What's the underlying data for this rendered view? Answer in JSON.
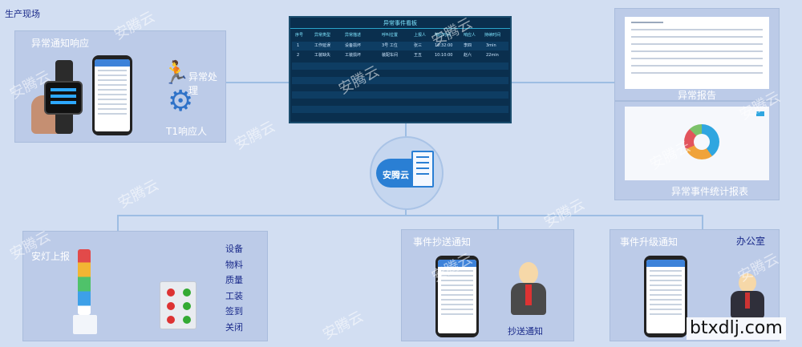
{
  "site_label": "生产现场",
  "office_label": "办公室",
  "cloud_label": "安腾云",
  "watermark": "安腾云",
  "corner_watermark": "btxdlj.com",
  "panels": {
    "watch": {
      "title": "异常通知响应",
      "handle_label": "异常处理",
      "responder_label": "T1响应人"
    },
    "dashboard": {
      "title": "异常事件看板"
    },
    "report": {
      "title": "异常报告"
    },
    "stats": {
      "title": "异常事件统计报表"
    },
    "andon": {
      "title": "安灯上报",
      "buttons": [
        "设备",
        "物料",
        "质量",
        "工装",
        "签到",
        "关闭"
      ]
    },
    "copy": {
      "title": "事件抄送通知",
      "caption": "抄送通知"
    },
    "escalate": {
      "title": "事件升级通知"
    }
  },
  "dashboard_table": {
    "headers": [
      "序号",
      "异常类型",
      "异常描述",
      "呼叫位置",
      "上报人",
      "响应时间",
      "响应人",
      "持续时间"
    ],
    "rows": [
      [
        "1",
        "工作延误",
        "设备损坏",
        "3号 工位",
        "张三",
        "10:32:00",
        "李四",
        "3min"
      ],
      [
        "2",
        "工装缺失",
        "工装损坏",
        "装配车间",
        "王五",
        "10:10:00",
        "赵六",
        "22min"
      ]
    ]
  },
  "colors": {
    "background": "#d2def2",
    "panel": "#bccbe8",
    "connector": "#9dbde3",
    "dashboard_bg": "#0a2f4e",
    "cloud": "#2a7fd4"
  }
}
